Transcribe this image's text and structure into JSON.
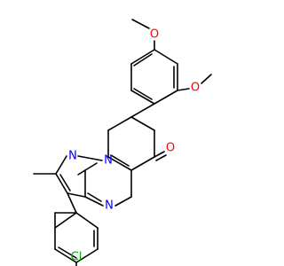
{
  "colors": {
    "background": "#ffffff",
    "bond": "#000000",
    "oxygen": "#ff0000",
    "nitrogen": "#0000ff",
    "chlorine": "#00aa00"
  },
  "atom_labels": {
    "methoxy_top_o": "O",
    "methoxy_side_o": "O",
    "ketone_o": "O",
    "pyrazole_n1": "N",
    "pyrazole_n2": "N",
    "pyrimidine_n": "N",
    "chlorine": "Cl"
  }
}
